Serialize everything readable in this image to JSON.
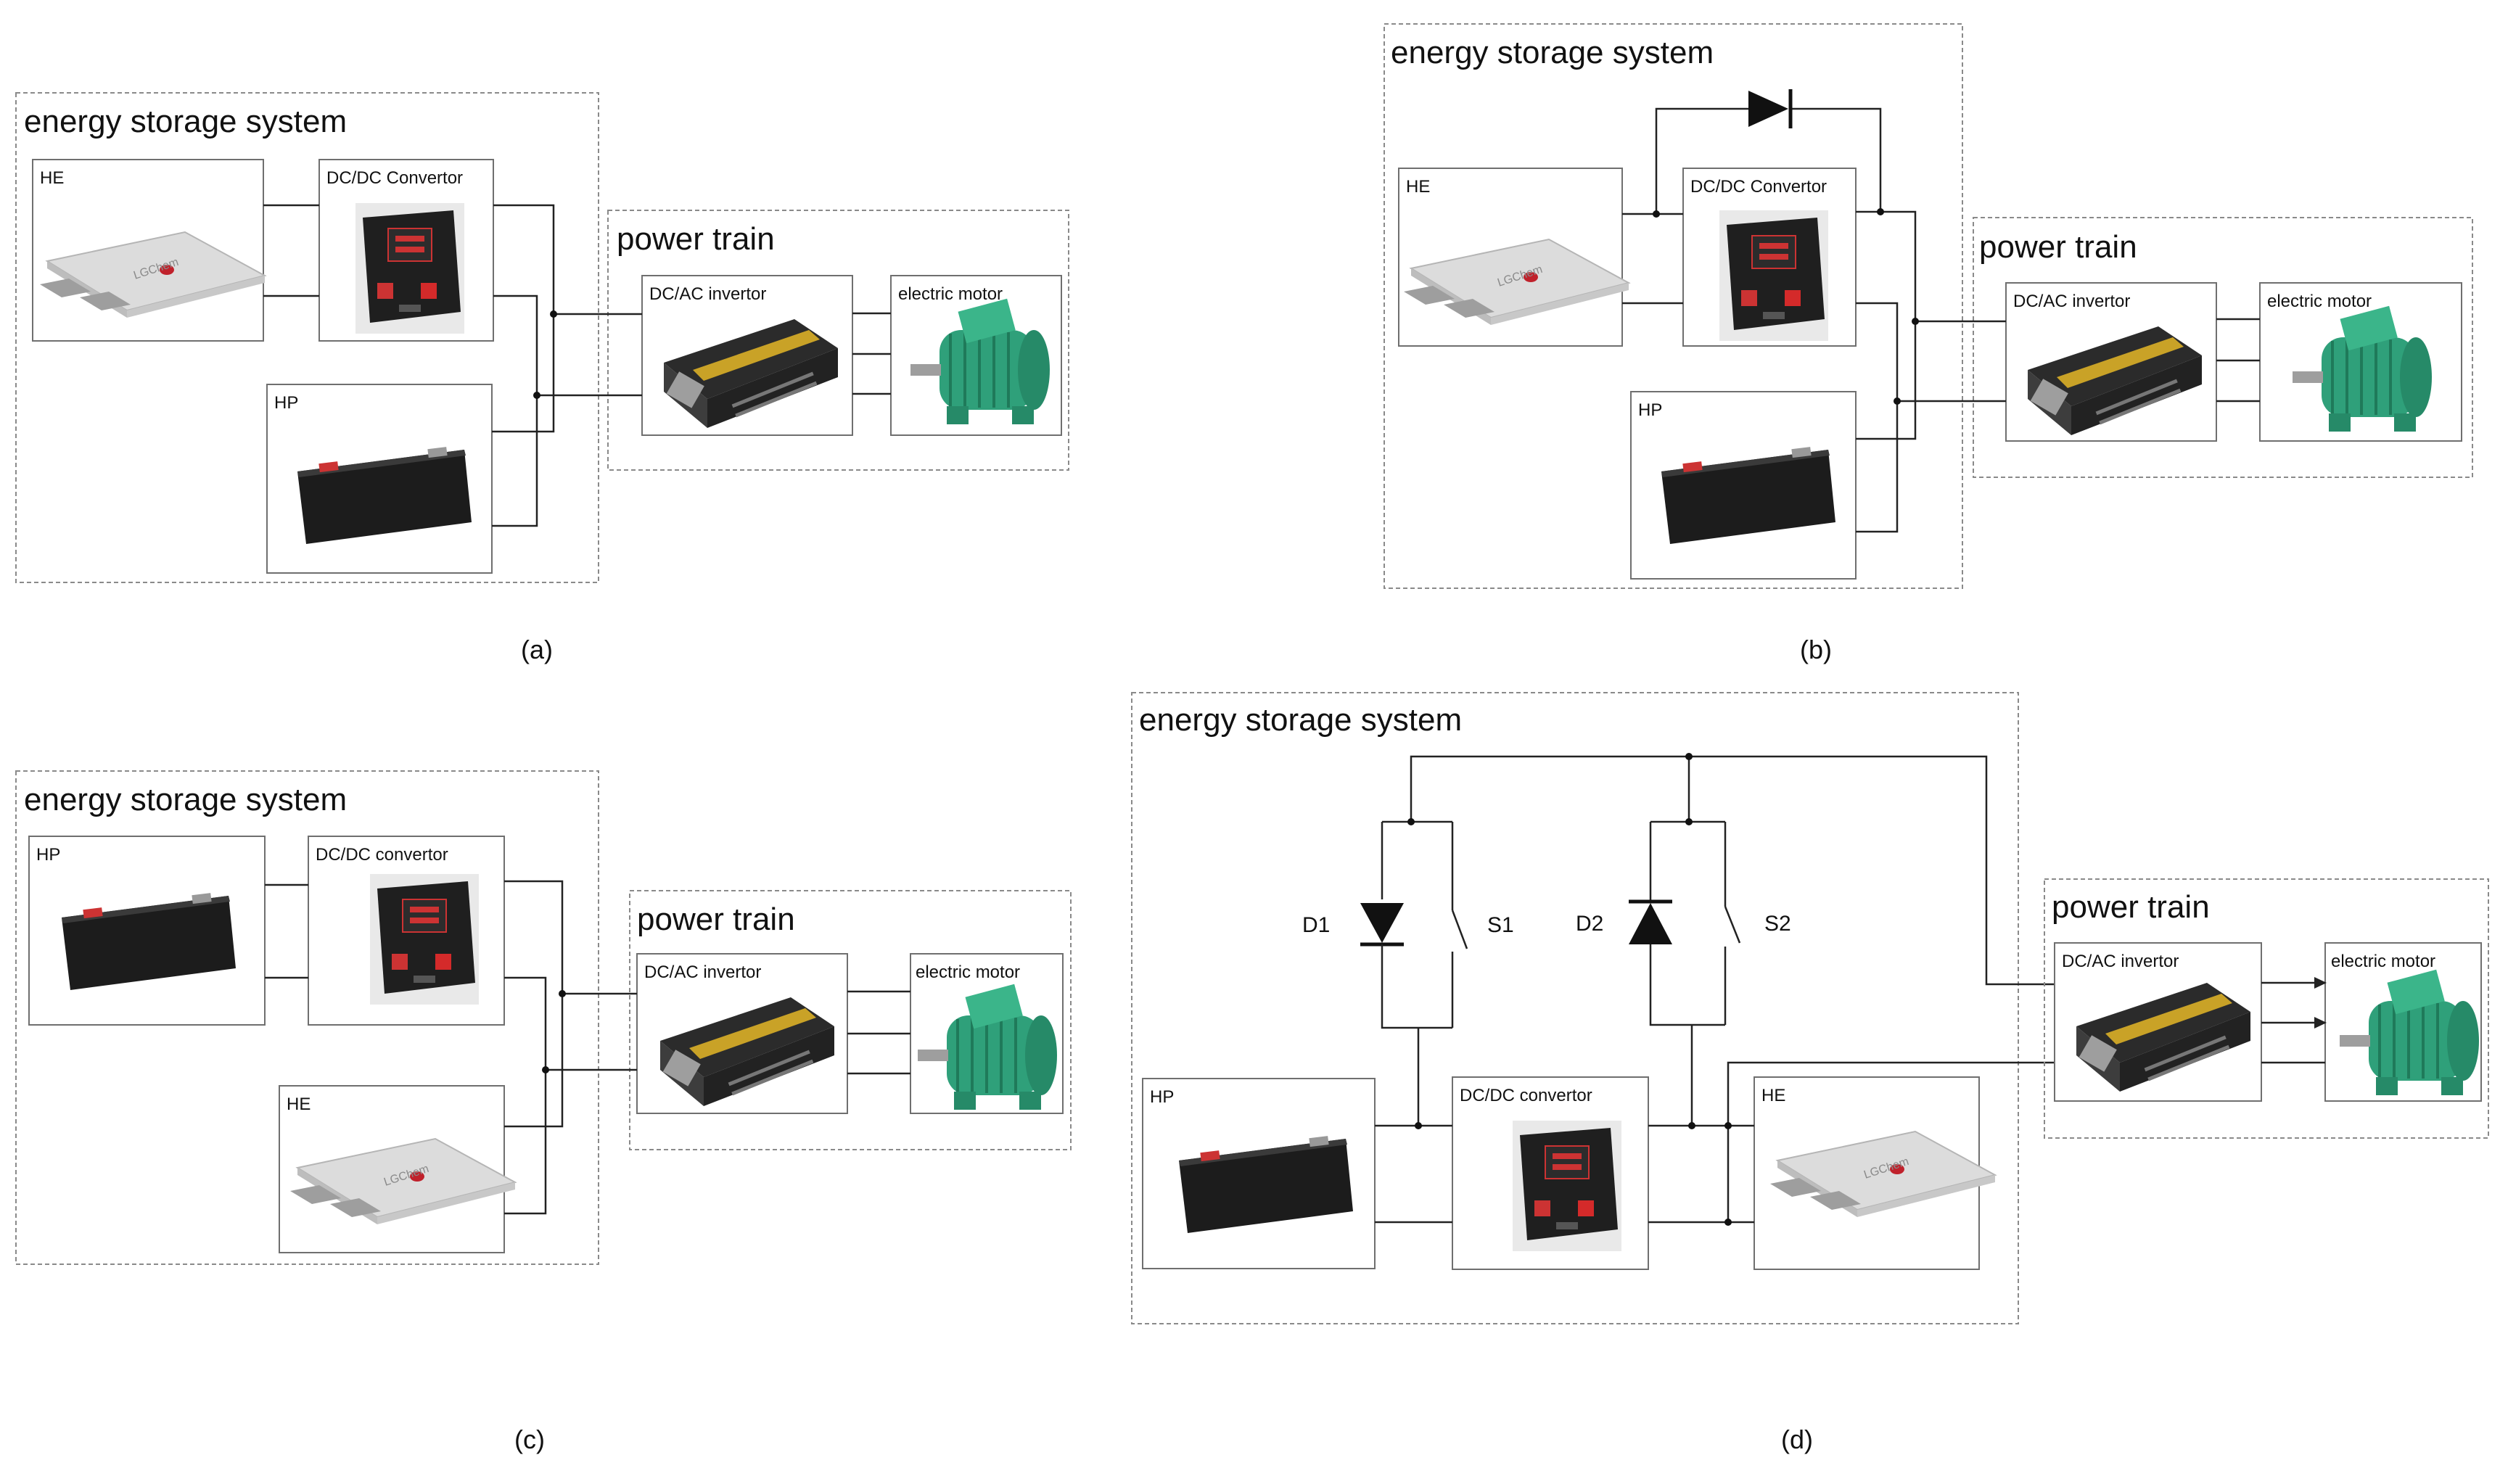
{
  "panels": {
    "a": {
      "caption": "(a)",
      "ess_title": "energy storage system",
      "pt_title": "power train",
      "he_label": "HE",
      "dcdc_label": "DC/DC Convertor",
      "hp_label": "HP",
      "dcac_label": "DC/AC invertor",
      "motor_label": "electric motor"
    },
    "b": {
      "caption": "(b)",
      "ess_title": "energy storage system",
      "pt_title": "power train",
      "he_label": "HE",
      "dcdc_label": "DC/DC Convertor",
      "hp_label": "HP",
      "dcac_label": "DC/AC invertor",
      "motor_label": "electric motor"
    },
    "c": {
      "caption": "(c)",
      "ess_title": "energy storage system",
      "pt_title": "power train",
      "hp_label": "HP",
      "dcdc_label": "DC/DC convertor",
      "he_label": "HE",
      "dcac_label": "DC/AC invertor",
      "motor_label": "electric motor"
    },
    "d": {
      "caption": "(d)",
      "ess_title": "energy storage system",
      "pt_title": "power train",
      "hp_label": "HP",
      "dcdc_label": "DC/DC convertor",
      "he_label": "HE",
      "dcac_label": "DC/AC invertor",
      "motor_label": "electric motor",
      "d1_label": "D1",
      "s1_label": "S1",
      "d2_label": "D2",
      "s2_label": "S2"
    }
  },
  "icons": [
    "he-battery-icon",
    "hp-battery-icon",
    "dcdc-converter-icon",
    "dcac-inverter-icon",
    "electric-motor-icon",
    "diode-icon",
    "switch-icon"
  ],
  "colors": {
    "hp_battery": "#1c1c1c",
    "he_battery": "#e6e6e6",
    "motor": "#2fa07a",
    "converter_body": "#1f1f1f",
    "converter_accent": "#d42a2a"
  }
}
